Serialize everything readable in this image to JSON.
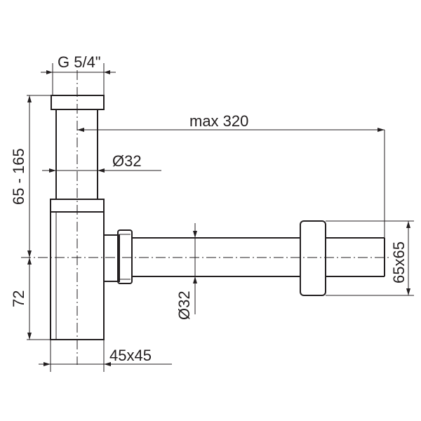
{
  "dimensions": {
    "thread": "G 5/4\"",
    "max_length": "max 320",
    "tube_diameter_upper": "Ø32",
    "height_range": "65 - 165",
    "outlet_diameter": "Ø32",
    "outlet_size": "65x65",
    "lower_height": "72",
    "body_size": "45x45"
  },
  "colors": {
    "line": "#231f20",
    "background": "#ffffff"
  }
}
